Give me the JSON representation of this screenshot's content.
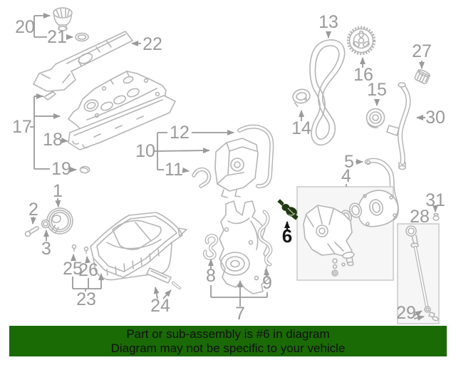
{
  "banner": {
    "line1": "Part or sub-assembly is #6 in diagram",
    "line2": "Diagram may not be specific to your vehicle",
    "background_color": "#1a6a06",
    "text_color": "#111111"
  },
  "highlighted_part": {
    "number": "6",
    "part_color": "#223a12",
    "label_color": "#151515"
  },
  "diagram": {
    "line_color": "#b5b5b5",
    "callout_color": "#9a9a9a",
    "background": "#ffffff",
    "box_fill": "#f6f6f6",
    "box_border": "#c9c9c9"
  },
  "callouts": {
    "c1": {
      "label": "1"
    },
    "c2": {
      "label": "2"
    },
    "c3": {
      "label": "3"
    },
    "c4": {
      "label": "4"
    },
    "c5": {
      "label": "5"
    },
    "c6": {
      "label": "6"
    },
    "c7": {
      "label": "7"
    },
    "c8": {
      "label": "8"
    },
    "c9": {
      "label": "9"
    },
    "c10": {
      "label": "10"
    },
    "c11": {
      "label": "11"
    },
    "c12": {
      "label": "12"
    },
    "c13": {
      "label": "13"
    },
    "c14": {
      "label": "14"
    },
    "c15": {
      "label": "15"
    },
    "c16": {
      "label": "16"
    },
    "c17": {
      "label": "17"
    },
    "c18": {
      "label": "18"
    },
    "c19": {
      "label": "19"
    },
    "c20": {
      "label": "20"
    },
    "c21": {
      "label": "21"
    },
    "c22": {
      "label": "22"
    },
    "c23": {
      "label": "23"
    },
    "c24": {
      "label": "24"
    },
    "c25": {
      "label": "25"
    },
    "c26": {
      "label": "26"
    },
    "c27": {
      "label": "27"
    },
    "c28": {
      "label": "28"
    },
    "c29": {
      "label": "29"
    },
    "c30": {
      "label": "30"
    },
    "c31": {
      "label": "31"
    }
  }
}
